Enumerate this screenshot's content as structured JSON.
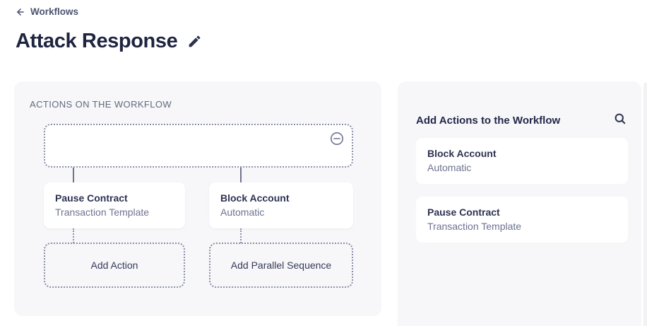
{
  "header": {
    "back_label": "Workflows",
    "title": "Attack Response"
  },
  "workflow_panel": {
    "section_label": "ACTIONS ON THE WORKFLOW",
    "nodes": [
      {
        "title": "Pause Contract",
        "subtitle": "Transaction Template"
      },
      {
        "title": "Block Account",
        "subtitle": "Automatic"
      }
    ],
    "add_buttons": [
      {
        "label": "Add Action"
      },
      {
        "label": "Add Parallel Sequence"
      }
    ],
    "icons": {
      "remove": "minus-circle-icon"
    }
  },
  "actions_panel": {
    "title": "Add Actions to the Workflow",
    "icons": {
      "search": "search-icon"
    },
    "items": [
      {
        "title": "Block Account",
        "subtitle": "Automatic"
      },
      {
        "title": "Pause Contract",
        "subtitle": "Transaction Template"
      }
    ]
  },
  "colors": {
    "page_background": "#ffffff",
    "panel_background": "#f7f7f9",
    "card_background": "#ffffff",
    "title_text": "#1f2440",
    "primary_text": "#2d3252",
    "secondary_text": "#6d7391",
    "section_label_text": "#62687f",
    "dotted_border": "#8b90a8",
    "connector": "#6e7490",
    "back_link_text": "#4d5370"
  }
}
